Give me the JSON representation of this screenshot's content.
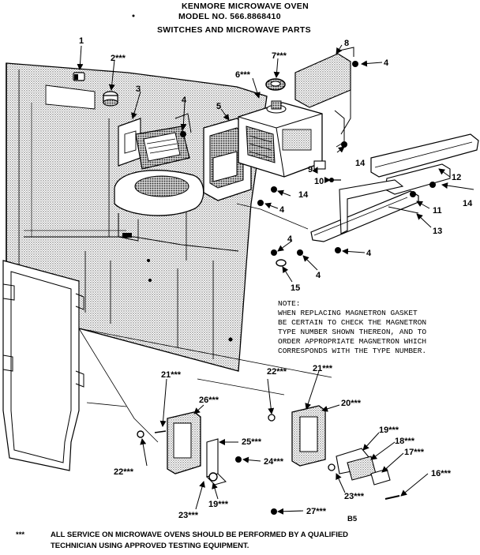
{
  "header": {
    "line1": "KENMORE MICROWAVE OVEN",
    "line2": "MODEL NO. 566.8868410",
    "line3": "SWITCHES AND MICROWAVE PARTS"
  },
  "callouts": {
    "p1": "1",
    "p2": "2***",
    "p3": "3",
    "p4a": "4",
    "p4b": "4",
    "p4c": "4",
    "p4d": "4",
    "p4e": "4",
    "p4f": "4",
    "p5": "5",
    "p6": "6***",
    "p7": "7***",
    "p8": "8",
    "p9": "9",
    "p10": "10",
    "p11": "11",
    "p12": "12",
    "p13": "13",
    "p14a": "14",
    "p14b": "14",
    "p14c": "14",
    "p15": "15",
    "p16": "16***",
    "p17": "17***",
    "p18": "18***",
    "p19a": "19***",
    "p19b": "19***",
    "p20": "20***",
    "p21a": "21***",
    "p21b": "21***",
    "p22a": "22***",
    "p22b": "22***",
    "p23a": "23***",
    "p23b": "23***",
    "p24": "24***",
    "p25": "25***",
    "p26": "26***",
    "p27": "27***"
  },
  "note": {
    "title": "NOTE:",
    "line1": "WHEN REPLACING MAGNETRON GASKET",
    "line2": "BE CERTAIN TO CHECK THE MAGNETRON",
    "line3": "TYPE NUMBER SHOWN THEREON, AND TO",
    "line4": "ORDER APPROPRIATE MAGNETRON WHICH",
    "line5": "CORRESPONDS WITH THE TYPE NUMBER."
  },
  "page_code": "B5",
  "footer": {
    "marker": "***",
    "line1": "ALL SERVICE ON MICROWAVE OVENS SHOULD BE PERFORMED BY A QUALIFIED",
    "line2": "TECHNICIAN USING APPROVED TESTING EQUIPMENT."
  }
}
